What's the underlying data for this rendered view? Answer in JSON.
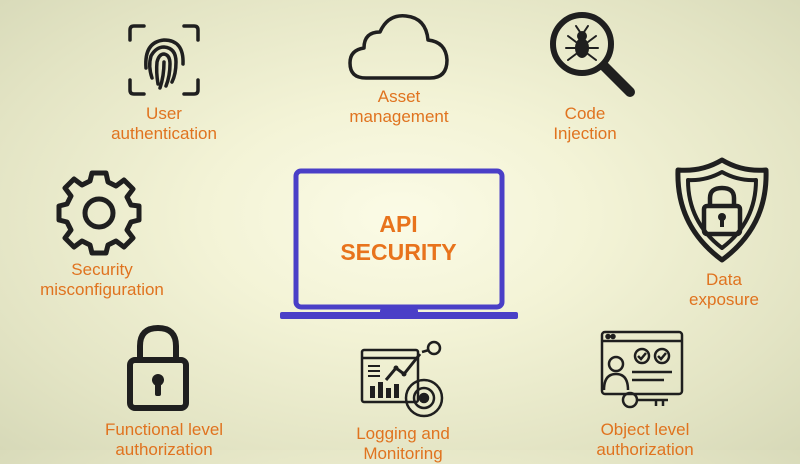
{
  "center": {
    "line1": "API",
    "line2": "SECURITY"
  },
  "nodes": {
    "user_auth": {
      "line1": "User",
      "line2": "authentication",
      "icon": "fingerprint-icon"
    },
    "asset": {
      "line1": "Asset",
      "line2": "management",
      "icon": "cloud-icon"
    },
    "code": {
      "line1": "Code",
      "line2": "Injection",
      "icon": "magnifier-bug-icon"
    },
    "security_misconfig": {
      "line1": "Security",
      "line2": "misconfiguration",
      "icon": "gear-icon"
    },
    "data": {
      "line1": "Data",
      "line2": "exposure",
      "icon": "shield-lock-icon"
    },
    "functional": {
      "line1": "Functional level",
      "line2": "authorization",
      "icon": "padlock-icon"
    },
    "logging": {
      "line1": "Logging and",
      "line2": "Monitoring",
      "icon": "analytics-dashboard-icon"
    },
    "object": {
      "line1": "Object level",
      "line2": "authorization",
      "icon": "identity-key-icon"
    }
  },
  "colors": {
    "accent": "#e0731f",
    "laptop": "#4a3fc7",
    "icon": "#1f1f1f"
  }
}
